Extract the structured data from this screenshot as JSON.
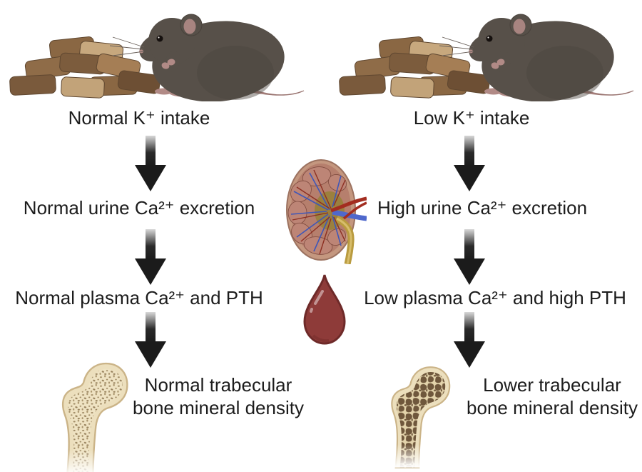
{
  "figure": {
    "background": "#ffffff",
    "left": {
      "intake": "Normal K⁺ intake",
      "urine": "Normal urine Ca²⁺ excretion",
      "plasma": "Normal plasma Ca²⁺ and PTH",
      "bone": "Normal trabecular\nbone mineral density"
    },
    "right": {
      "intake": "Low K⁺ intake",
      "urine": "High urine Ca²⁺ excretion",
      "plasma": "Low plasma Ca²⁺ and high PTH",
      "bone": "Lower trabecular\nbone mineral density"
    },
    "illustrations": [
      "mouse-with-food-pellets-left",
      "mouse-with-food-pellets-right",
      "kidney-cross-section",
      "blood-drop",
      "femur-normal-trabecular-bone",
      "femur-low-density-trabecular-bone"
    ],
    "colors": {
      "text": "#1c1c1c",
      "arrow": "#1b1b1b",
      "mouse_body": "#575049",
      "mouse_pink": "#b18a86",
      "pellet_brown": "#8a6743",
      "kidney_cortex": "#bd8576",
      "renal_artery": "#a32d20",
      "renal_vein": "#4f68cc",
      "ureter": "#b99b3f",
      "blood_drop": "#8e3b39",
      "bone_cortical": "#ecdfbd",
      "trabecula_fine": "#9f8a64",
      "trabecula_coarse": "#6f573c"
    }
  }
}
